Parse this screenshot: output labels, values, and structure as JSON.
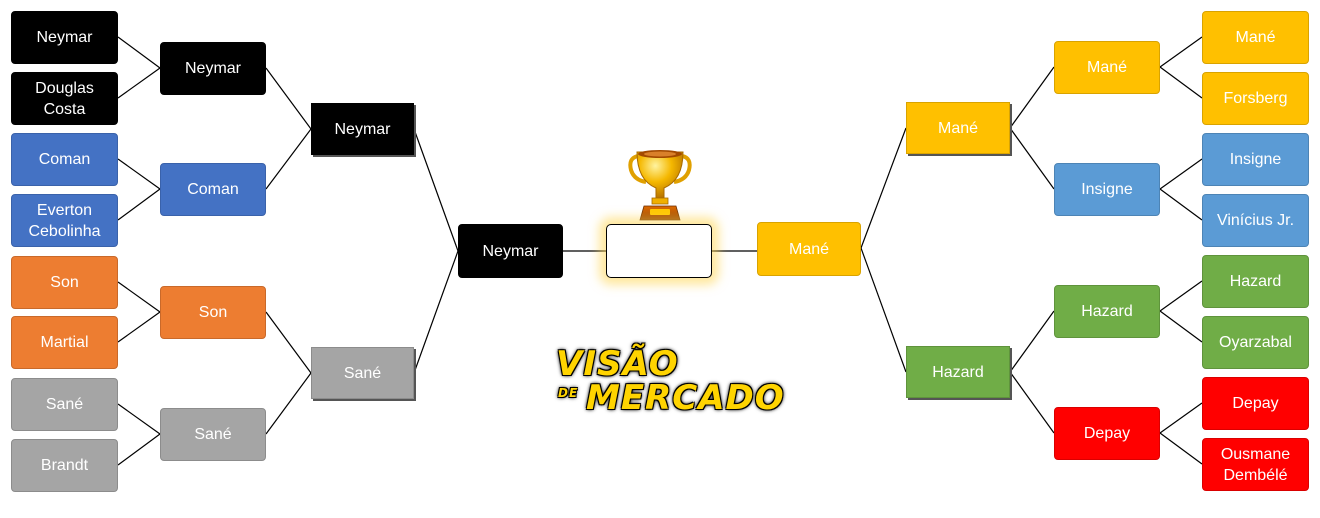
{
  "left": {
    "round1": [
      {
        "label": "Neymar",
        "color": "#000000"
      },
      {
        "label": "Douglas\nCosta",
        "color": "#000000"
      },
      {
        "label": "Coman",
        "color": "#4472c4"
      },
      {
        "label": "Everton\nCebolinha",
        "color": "#4472c4"
      },
      {
        "label": "Son",
        "color": "#ed7d31"
      },
      {
        "label": "Martial",
        "color": "#ed7d31"
      },
      {
        "label": "Sané",
        "color": "#a5a5a5"
      },
      {
        "label": "Brandt",
        "color": "#a5a5a5"
      }
    ],
    "round2": [
      {
        "label": "Neymar",
        "color": "#000000"
      },
      {
        "label": "Coman",
        "color": "#4472c4"
      },
      {
        "label": "Son",
        "color": "#ed7d31"
      },
      {
        "label": "Sané",
        "color": "#a5a5a5"
      }
    ],
    "semis": [
      {
        "label": "Neymar",
        "color": "#000000"
      },
      {
        "label": "Sané",
        "color": "#a5a5a5"
      }
    ],
    "finalist": {
      "label": "Neymar",
      "color": "#000000"
    }
  },
  "right": {
    "round1": [
      {
        "label": "Mané",
        "color": "#ffc000"
      },
      {
        "label": "Forsberg",
        "color": "#ffc000"
      },
      {
        "label": "Insigne",
        "color": "#5b9bd5"
      },
      {
        "label": "Vinícius Jr.",
        "color": "#5b9bd5"
      },
      {
        "label": "Hazard",
        "color": "#70ad47"
      },
      {
        "label": "Oyarzabal",
        "color": "#70ad47"
      },
      {
        "label": "Depay",
        "color": "#ff0000"
      },
      {
        "label": "Ousmane\nDembélé",
        "color": "#ff0000"
      }
    ],
    "round2": [
      {
        "label": "Mané",
        "color": "#ffc000"
      },
      {
        "label": "Insigne",
        "color": "#5b9bd5"
      },
      {
        "label": "Hazard",
        "color": "#70ad47"
      },
      {
        "label": "Depay",
        "color": "#ff0000"
      }
    ],
    "semis": [
      {
        "label": "Mané",
        "color": "#ffc000"
      },
      {
        "label": "Hazard",
        "color": "#70ad47"
      }
    ],
    "finalist": {
      "label": "Mané",
      "color": "#ffc000"
    }
  },
  "champion": {
    "label": ""
  },
  "icons": {
    "trophy": "trophy-icon"
  },
  "logo": {
    "line1": "VISÃO",
    "line2": "DE",
    "line3": "MERCADO"
  }
}
